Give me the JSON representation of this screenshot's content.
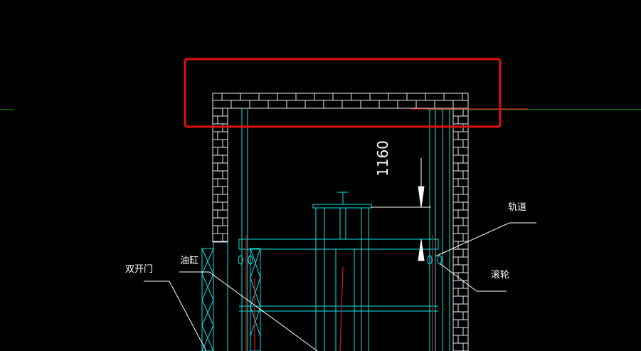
{
  "drawing": {
    "background_color": "#000000",
    "colors": {
      "structure": "#00e5e5",
      "masonry": "#e8e8e8",
      "ground_line": "#1f9d1f",
      "guide_red": "#d22020",
      "highlight": "#e01010",
      "annotation": "#ffffff"
    },
    "dimension": {
      "value": "1160"
    },
    "labels": {
      "rail": "轨道",
      "roller": "滚轮",
      "cylinder": "油缸",
      "double_door": "双开门"
    }
  }
}
